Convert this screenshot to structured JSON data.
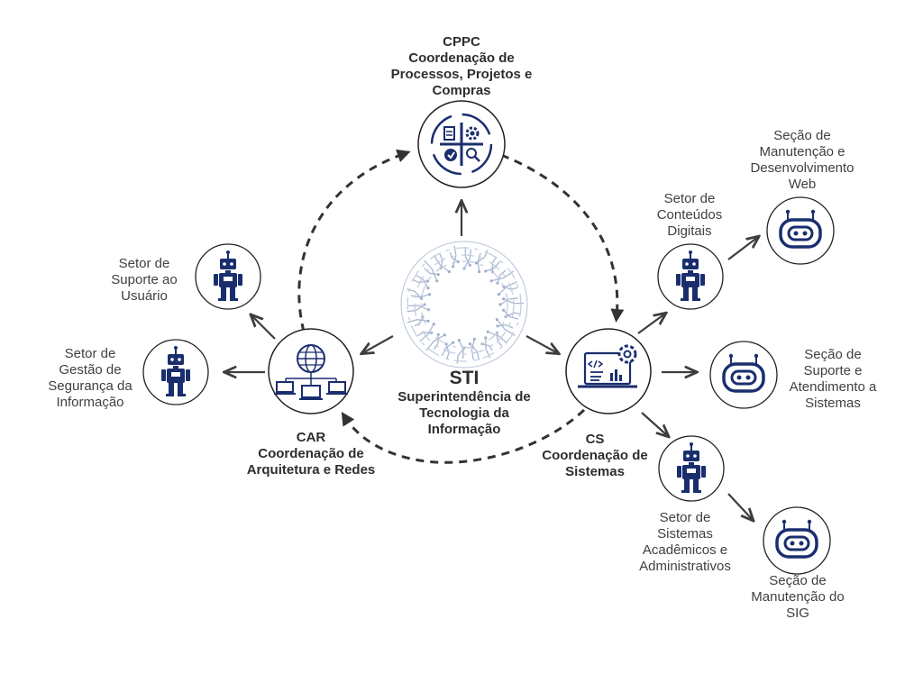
{
  "colors": {
    "navy": "#1a2e6e",
    "arrow": "#3d3d3d",
    "ring": "#222222"
  },
  "center": {
    "abbr": "STI",
    "name_lines": [
      "Superintendência de",
      "Tecnologia da",
      "Informação"
    ]
  },
  "cppc": {
    "abbr": "CPPC",
    "name_lines": [
      "Coordenação de",
      "Processos, Projetos e",
      "Compras"
    ],
    "icon": "process-management-icon"
  },
  "car": {
    "abbr": "CAR",
    "name_lines": [
      "Coordenação de",
      "Arquitetura e Redes"
    ],
    "icon": "network-globe-icon"
  },
  "cs": {
    "abbr": "CS",
    "name_lines": [
      "Coordenação de",
      "Sistemas"
    ],
    "icon": "code-monitor-icon"
  },
  "units": {
    "suporte_usuario": {
      "lines": [
        "Setor de",
        "Suporte ao",
        "Usuário"
      ],
      "icon": "robot-icon"
    },
    "seguranca": {
      "lines": [
        "Setor de",
        "Gestão de",
        "Segurança da",
        "Informação"
      ],
      "icon": "robot-icon"
    },
    "conteudos": {
      "lines": [
        "Setor de",
        "Conteúdos",
        "Digitais"
      ],
      "icon": "robot-icon"
    },
    "manut_web": {
      "lines": [
        "Seção de",
        "Manutenção e",
        "Desenvolvimento",
        "Web"
      ],
      "icon": "bot-head-icon"
    },
    "suporte_sistemas": {
      "lines": [
        "Seção de",
        "Suporte e",
        "Atendimento a",
        "Sistemas"
      ],
      "icon": "bot-head-icon"
    },
    "academicos": {
      "lines": [
        "Setor de",
        "Sistemas",
        "Acadêmicos e",
        "Administrativos"
      ],
      "icon": "robot-icon"
    },
    "manut_sig": {
      "lines": [
        "Seção de",
        "Manutenção do",
        "SIG"
      ],
      "icon": "bot-head-icon"
    }
  }
}
